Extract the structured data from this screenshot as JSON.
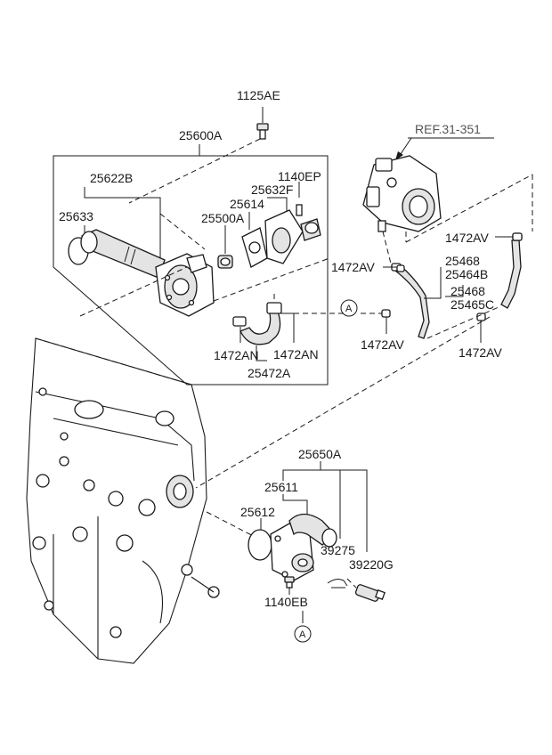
{
  "callouts": {
    "p1125AE": "1125AE",
    "p25600A": "25600A",
    "p25622B": "25622B",
    "p25633": "25633",
    "p1140EP": "1140EP",
    "p25632F": "25632F",
    "p25614": "25614",
    "p25500A": "25500A",
    "p1472AN_a": "1472AN",
    "p1472AN_b": "1472AN",
    "p25472A": "25472A",
    "ref": "REF.31-351",
    "p1472AV_a": "1472AV",
    "p1472AV_b": "1472AV",
    "p1472AV_c": "1472AV",
    "p1472AV_d": "1472AV",
    "p25468_a": "25468",
    "p25464B": "25464B",
    "p25468_b": "25468",
    "p25465C": "25465C",
    "marker_a1": "A",
    "marker_a2": "A",
    "p25650A": "25650A",
    "p25611": "25611",
    "p25612": "25612",
    "p39275": "39275",
    "p39220G": "39220G",
    "p1140EB": "1140EB"
  }
}
